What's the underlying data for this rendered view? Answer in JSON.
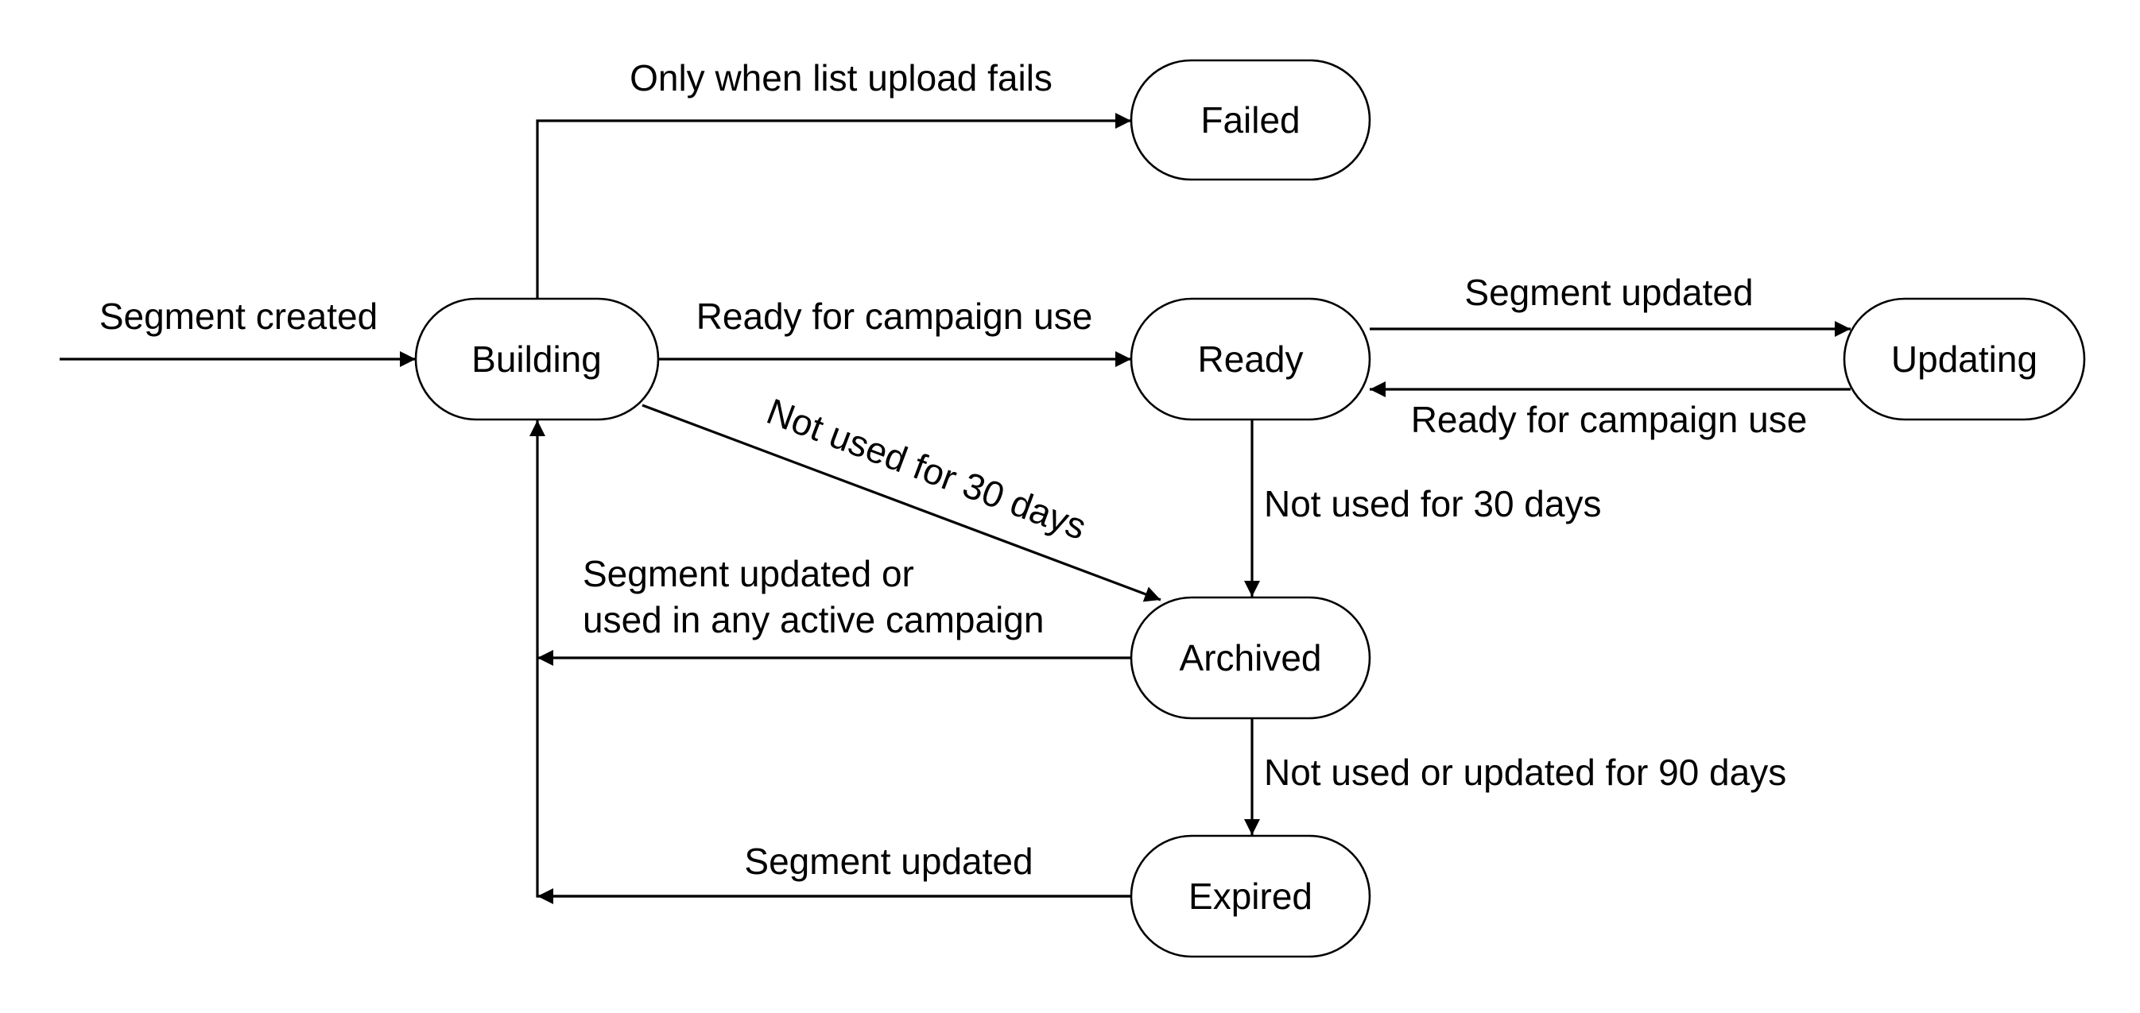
{
  "states": {
    "building": "Building",
    "failed": "Failed",
    "ready": "Ready",
    "updating": "Updating",
    "archived": "Archived",
    "expired": "Expired"
  },
  "transitions": {
    "initial": "Segment created",
    "building_to_failed": "Only when list upload fails",
    "building_to_ready": "Ready for campaign use",
    "ready_to_updating": "Segment updated",
    "updating_to_ready": "Ready for campaign use",
    "building_to_archived": "Not used for 30 days",
    "ready_to_archived": "Not used for 30 days",
    "archived_to_building": [
      "Segment updated or",
      "used in any active campaign"
    ],
    "archived_to_expired": "Not used or updated for 90 days",
    "expired_to_building": "Segment updated"
  }
}
